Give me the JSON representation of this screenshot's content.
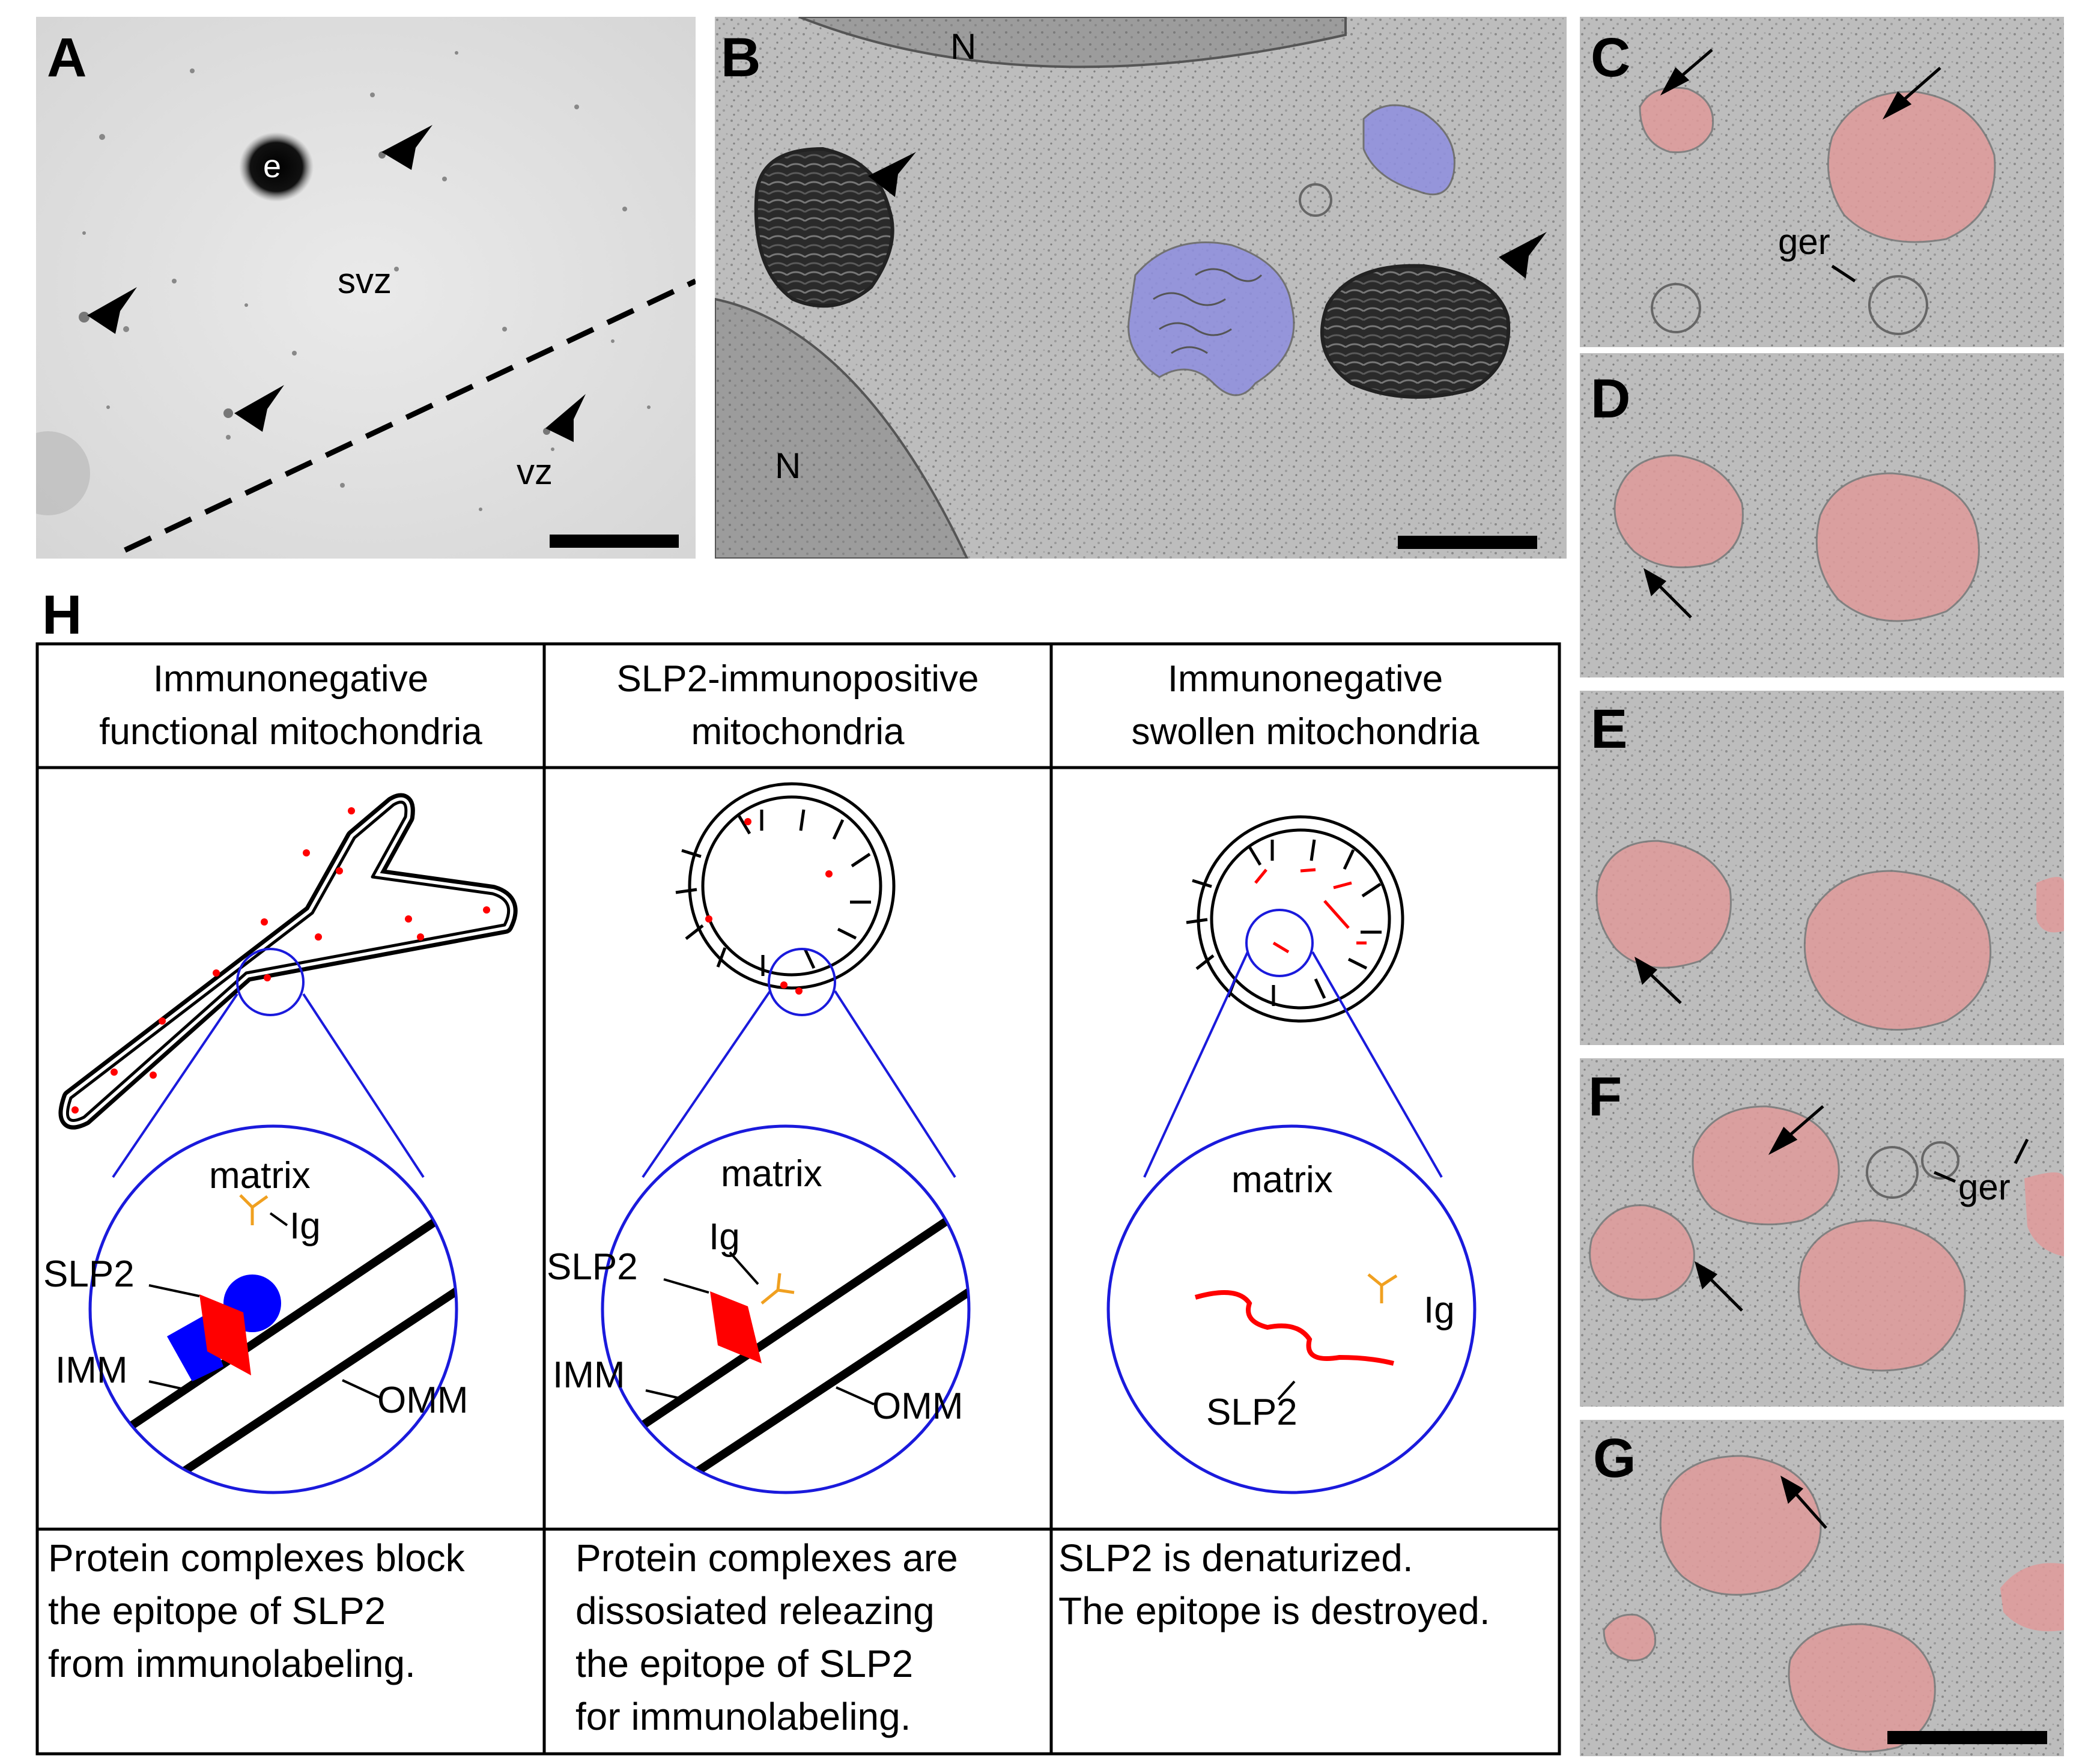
{
  "panels": {
    "A": {
      "label": "A",
      "texts": {
        "e": "e",
        "svz": "svz",
        "vz": "vz"
      }
    },
    "B": {
      "label": "B",
      "texts": {
        "n_top": "N",
        "n_left": "N"
      }
    },
    "C": {
      "label": "C",
      "texts": {
        "ger": "ger"
      }
    },
    "D": {
      "label": "D"
    },
    "E": {
      "label": "E"
    },
    "F": {
      "label": "F",
      "texts": {
        "ger": "ger"
      }
    },
    "G": {
      "label": "G"
    }
  },
  "panel_h": {
    "label": "H",
    "columns": [
      {
        "header": [
          "Immunonegative",
          "functional mitochondria"
        ],
        "zoom_labels": {
          "matrix": "matrix",
          "ig": "Ig",
          "slp2": "SLP2",
          "imm": "IMM",
          "omm": "OMM"
        },
        "caption": [
          "Protein complexes block",
          "the epitope of SLP2",
          "from immunolabeling."
        ]
      },
      {
        "header": [
          "SLP2-immunopositive",
          "mitochondria"
        ],
        "zoom_labels": {
          "matrix": "matrix",
          "ig": "Ig",
          "slp2": "SLP2",
          "imm": "IMM",
          "omm": "OMM"
        },
        "caption": [
          "Protein complexes are",
          "dissosiated releazing",
          "the epitope of SLP2",
          "for immunolabeling."
        ]
      },
      {
        "header": [
          "Immunonegative",
          "swollen mitochondria"
        ],
        "zoom_labels": {
          "matrix": "matrix",
          "ig": "Ig",
          "slp2": "SLP2"
        },
        "caption": [
          "SLP2 is denaturized.",
          "The epitope is destroyed."
        ]
      }
    ]
  },
  "colors": {
    "mito_blue_overlay": "#8f8fe0",
    "mito_red_overlay": "#e09a9a",
    "em_background": "#b4b4b4",
    "lm_background": "#e4e4e4",
    "diagram_blue": "#1a1adc",
    "slp2_red": "#ff0000",
    "ig_orange": "#f0a020",
    "complex_blue": "#0000ff"
  }
}
